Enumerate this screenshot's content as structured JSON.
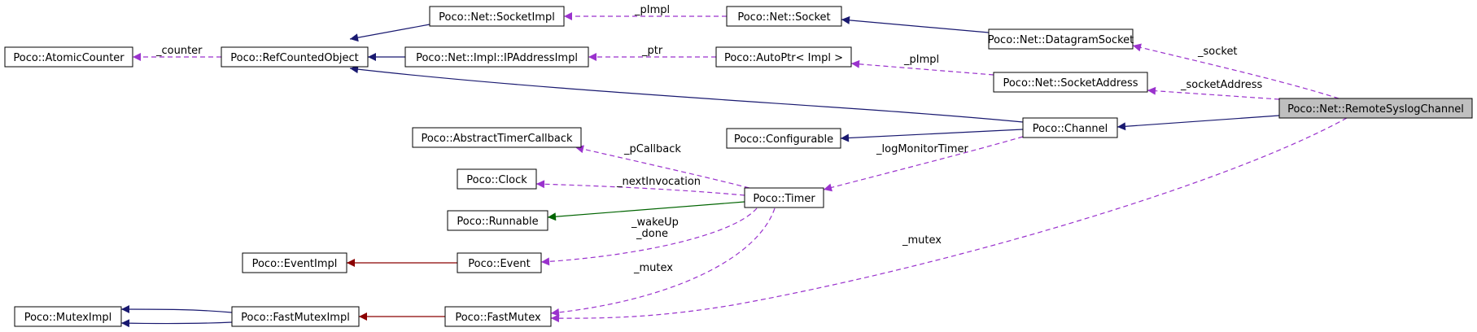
{
  "colors": {
    "inherit": "#191970",
    "use": "#9a32cd",
    "private": "#8b0000",
    "protected": "#006400"
  },
  "nodes": {
    "atomic_counter": "Poco::AtomicCounter",
    "ref_counted_object": "Poco::RefCountedObject",
    "socket_impl": "Poco::Net::SocketImpl",
    "ip_address_impl": "Poco::Net::Impl::IPAddressImpl",
    "socket": "Poco::Net::Socket",
    "auto_ptr": "Poco::AutoPtr< Impl >",
    "datagram_socket": "Poco::Net::DatagramSocket",
    "socket_address": "Poco::Net::SocketAddress",
    "remote_syslog_channel": "Poco::Net::RemoteSyslogChannel",
    "channel": "Poco::Channel",
    "configurable": "Poco::Configurable",
    "abstract_timer_callback": "Poco::AbstractTimerCallback",
    "clock": "Poco::Clock",
    "timer": "Poco::Timer",
    "runnable": "Poco::Runnable",
    "event_impl": "Poco::EventImpl",
    "event": "Poco::Event",
    "mutex_impl": "Poco::MutexImpl",
    "fast_mutex_impl": "Poco::FastMutexImpl",
    "fast_mutex": "Poco::FastMutex"
  },
  "edge_labels": {
    "counter": "_counter",
    "pimpl_socket": "_pImpl",
    "ptr": "_ptr",
    "pimpl_autoptr": "_pImpl",
    "socket": "_socket",
    "socket_address": "_socketAddress",
    "log_monitor_timer": "_logMonitorTimer",
    "pcallback": "_pCallback",
    "next_invocation": "_nextInvocation",
    "wakeup": "_wakeUp",
    "done": "_done",
    "mutex_timer": "_mutex",
    "mutex_channel": "_mutex"
  }
}
